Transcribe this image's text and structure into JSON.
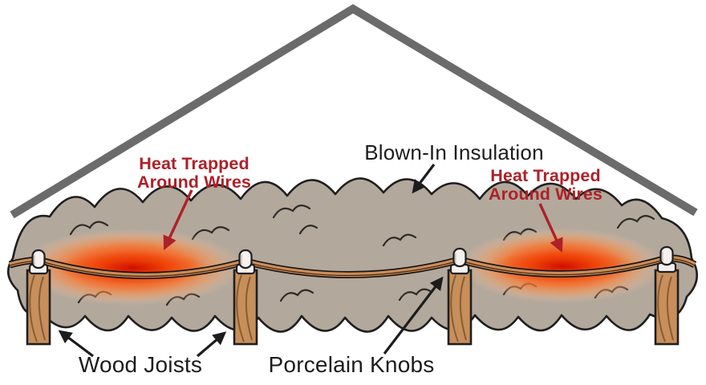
{
  "diagram": {
    "description": "Attic cross-section showing knob-and-tube wiring buried in blown-in insulation with heat trapped around wires",
    "labels": {
      "blown_in_insulation": "Blown-In Insulation",
      "heat_trapped_left": {
        "line1": "Heat Trapped",
        "line2": "Around Wires"
      },
      "heat_trapped_right": {
        "line1": "Heat Trapped",
        "line2": "Around Wires"
      },
      "wood_joists": "Wood Joists",
      "porcelain_knobs": "Porcelain Knobs"
    },
    "colors": {
      "background": "#ffffff",
      "roof": "#6b6b6b",
      "outline": "#1f1f1f",
      "insulation": "#b3a89c",
      "squiggle": "#2e2a26",
      "wood": "#c78f5b",
      "wood_grain": "#8a5c33",
      "wire_body": "#cd8d58",
      "wire_outline": "#161616",
      "wire_core": "#4a2a12",
      "knob": "#f4f1ee",
      "knob_shade": "#c9c4bf",
      "heat_text": "#ad2128",
      "black_text": "#1c1c1c",
      "glow_core": "#cf0e00",
      "glow_mid": "#ff6f26",
      "glow_outer": "#ffc9a0"
    }
  }
}
